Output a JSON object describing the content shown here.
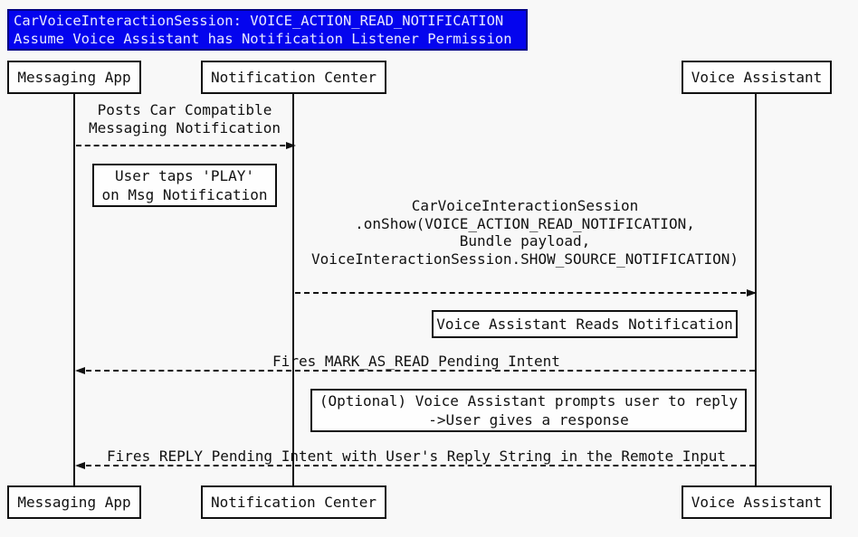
{
  "diagram": {
    "kind": "sequence-diagram",
    "title": {
      "line1": "CarVoiceInteractionSession: VOICE_ACTION_READ_NOTIFICATION",
      "line2": "Assume Voice Assistant has Notification Listener Permission"
    },
    "actors": [
      {
        "name": "Messaging App"
      },
      {
        "name": "Notification Center"
      },
      {
        "name": "Voice Assistant"
      }
    ],
    "messages": [
      {
        "from": "Messaging App",
        "to": "Notification Center",
        "style": "dashed",
        "label_lines": [
          "Posts Car Compatible",
          "Messaging Notification"
        ]
      },
      {
        "from": "Notification Center",
        "to": "Voice Assistant",
        "style": "dashed",
        "label_lines": [
          "CarVoiceInteractionSession",
          ".onShow(VOICE_ACTION_READ_NOTIFICATION,",
          "Bundle payload,",
          "VoiceInteractionSession.SHOW_SOURCE_NOTIFICATION)"
        ]
      },
      {
        "from": "Voice Assistant",
        "to": "Messaging App",
        "style": "dashed",
        "label_lines": [
          "Fires MARK_AS_READ Pending Intent"
        ]
      },
      {
        "from": "Voice Assistant",
        "to": "Messaging App",
        "style": "dashed",
        "label_lines": [
          "Fires REPLY Pending Intent with User's Reply String in the Remote Input"
        ]
      }
    ],
    "notes": [
      {
        "lines": [
          "User taps 'PLAY'",
          "on Msg Notification"
        ]
      },
      {
        "lines": [
          "Voice Assistant Reads Notification"
        ]
      },
      {
        "lines": [
          "(Optional) Voice Assistant prompts user to reply",
          "->User gives a response"
        ]
      }
    ],
    "colors": {
      "page_bg": "#f8f8f8",
      "title_bg": "#0404ee",
      "title_border": "#000080",
      "title_text": "#e8e8ff",
      "box_bg": "#fefefe",
      "line": "#111111"
    }
  }
}
